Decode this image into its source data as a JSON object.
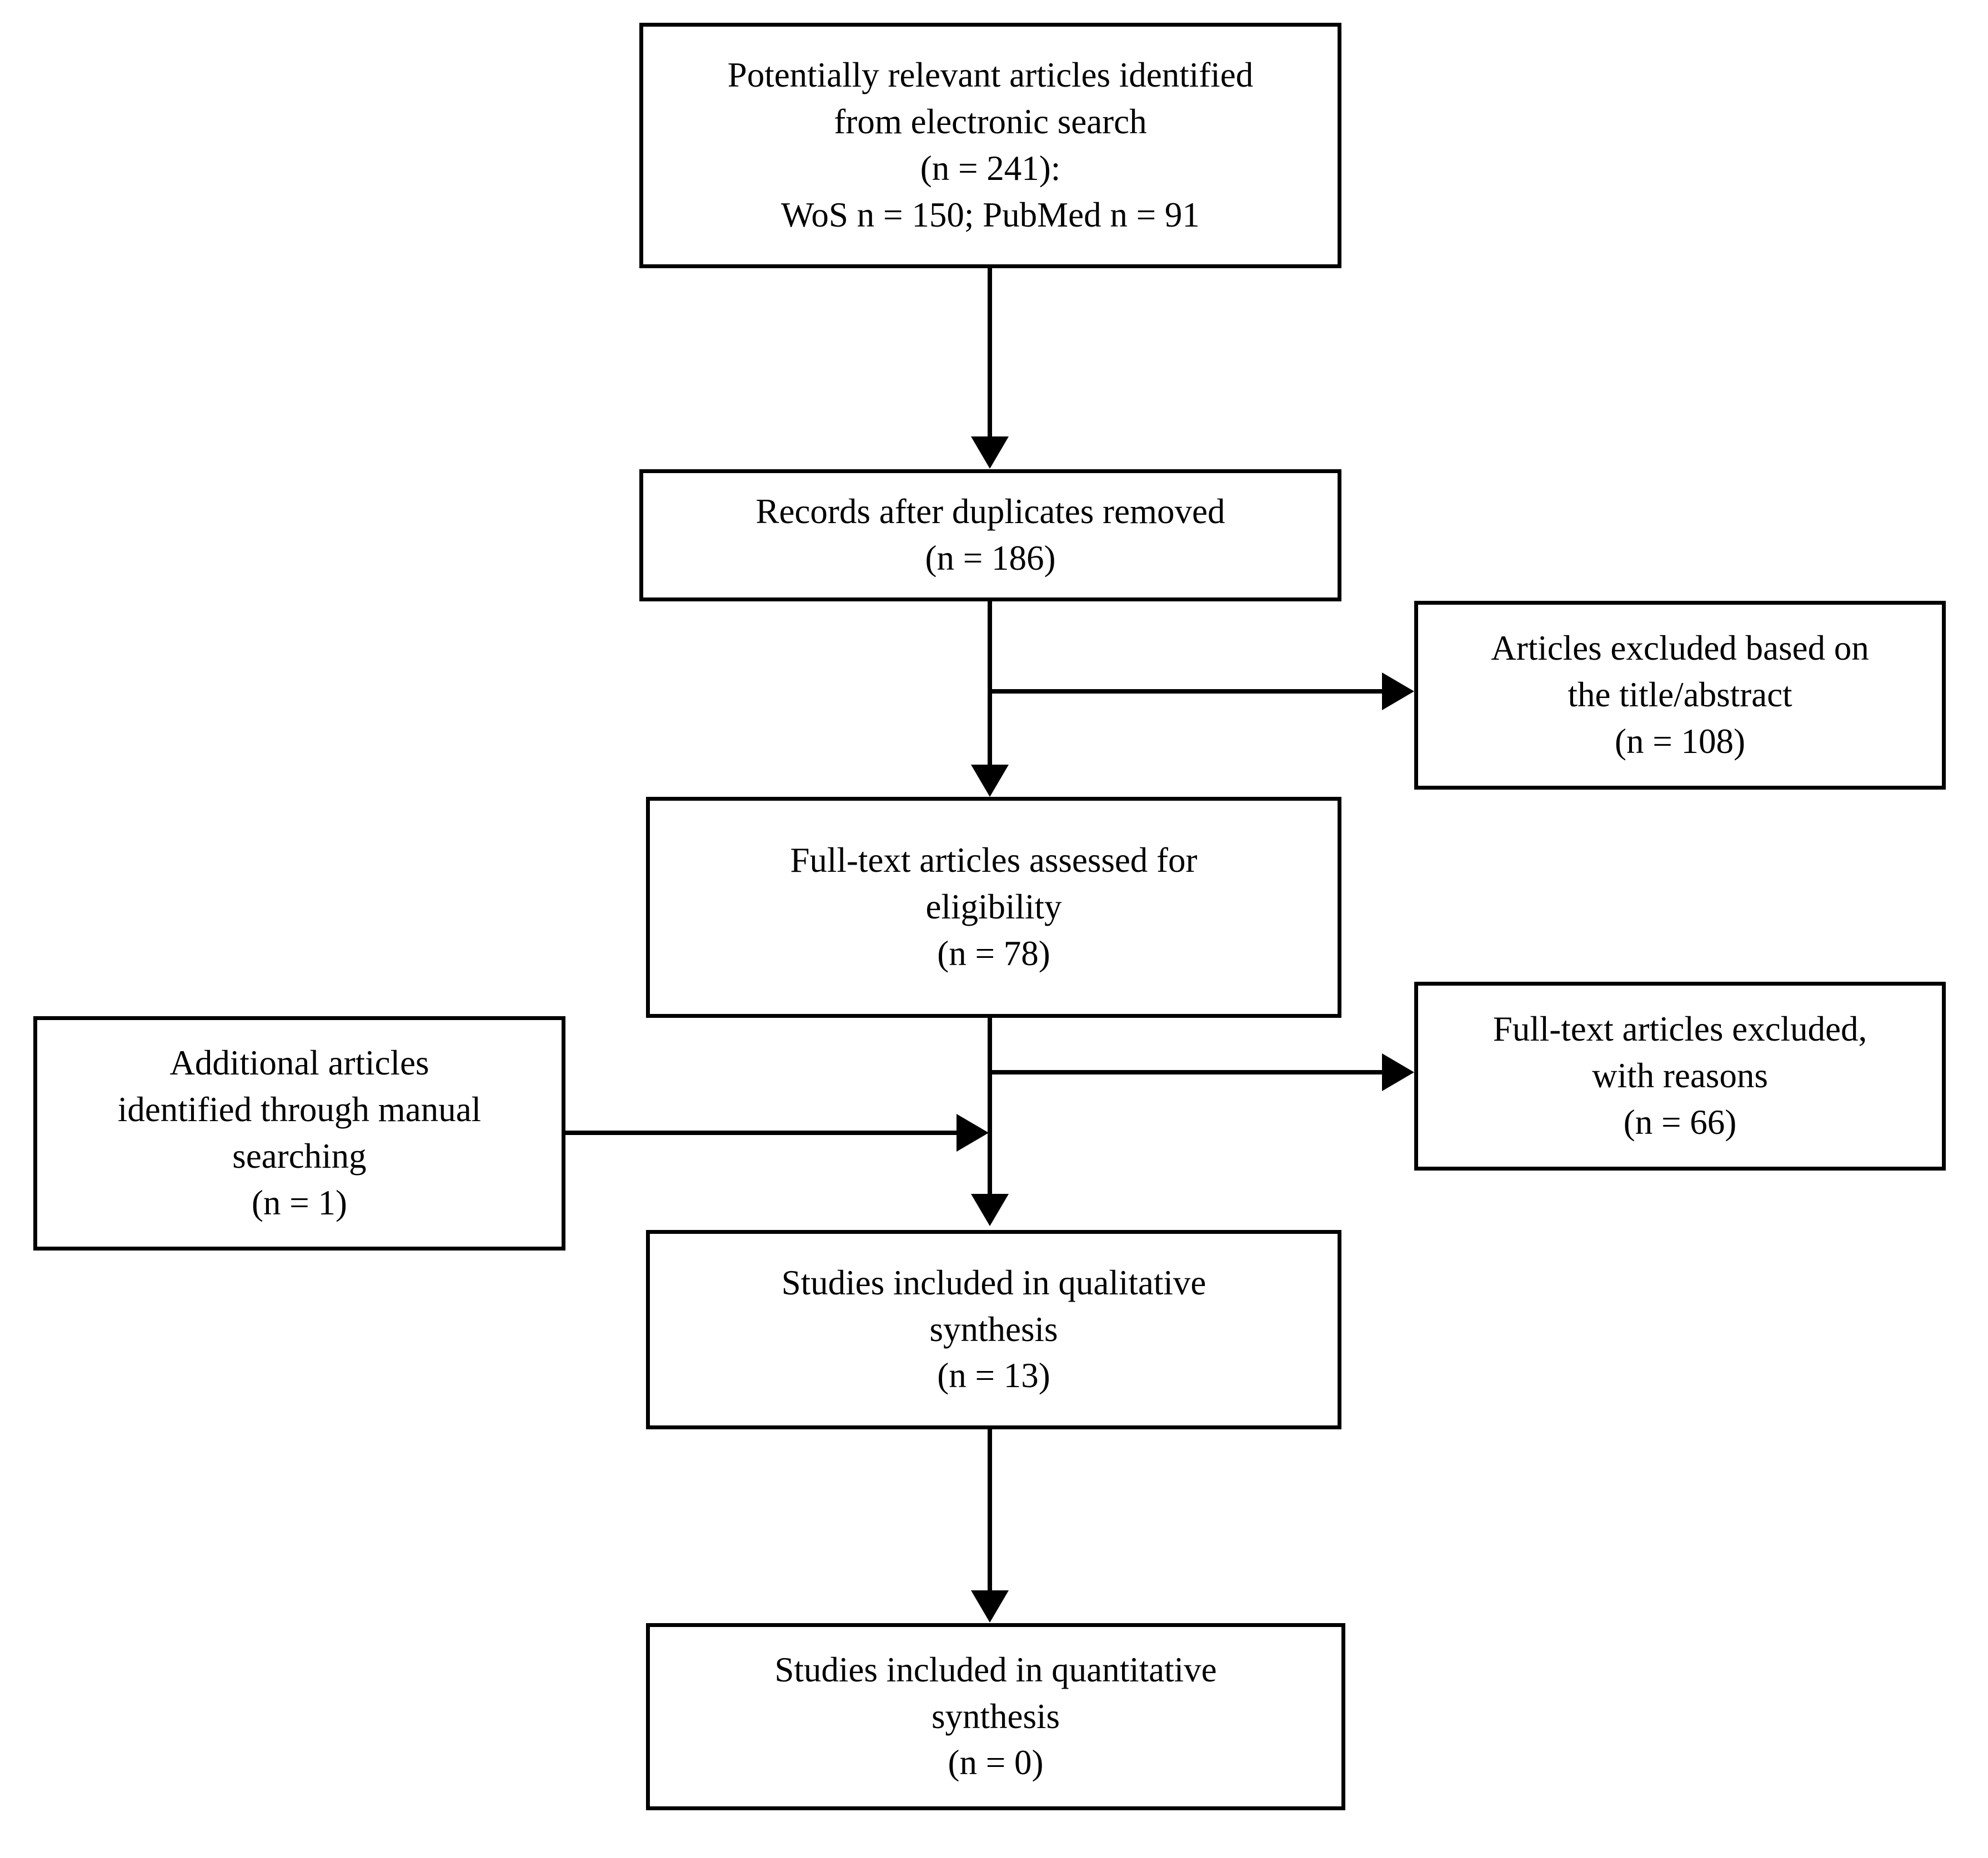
{
  "diagram": {
    "type": "prisma-flow-diagram",
    "boxes": {
      "identified": {
        "lines": [
          "Potentially relevant articles identified",
          "from electronic search",
          "(n = 241):",
          "WoS n = 150; PubMed n = 91"
        ],
        "n": 241,
        "sources": [
          {
            "name": "WoS",
            "n": 150
          },
          {
            "name": "PubMed",
            "n": 91
          }
        ]
      },
      "duplicates_removed": {
        "lines": [
          "Records after duplicates removed",
          "(n = 186)"
        ],
        "n": 186
      },
      "excluded_title_abstract": {
        "lines": [
          "Articles excluded based on",
          "the title/abstract",
          "(n = 108)"
        ],
        "n": 108
      },
      "fulltext_assessed": {
        "lines": [
          "Full-text articles assessed for",
          "eligibility",
          "(n = 78)"
        ],
        "n": 78
      },
      "additional_manual": {
        "lines": [
          "Additional articles",
          "identified through manual",
          "searching",
          "(n = 1)"
        ],
        "n": 1
      },
      "excluded_fulltext": {
        "lines": [
          "Full-text articles excluded,",
          "with reasons",
          "(n = 66)"
        ],
        "n": 66
      },
      "qualitative_synthesis": {
        "lines": [
          "Studies included in qualitative",
          "synthesis",
          "(n = 13)"
        ],
        "n": 13
      },
      "quantitative_synthesis": {
        "lines": [
          "Studies included in quantitative",
          "synthesis",
          "(n = 0)"
        ],
        "n": 0
      }
    },
    "colors": {
      "line": "#000000",
      "box_fill": "#ffffff",
      "text": "#000000",
      "background": "#ffffff"
    }
  }
}
